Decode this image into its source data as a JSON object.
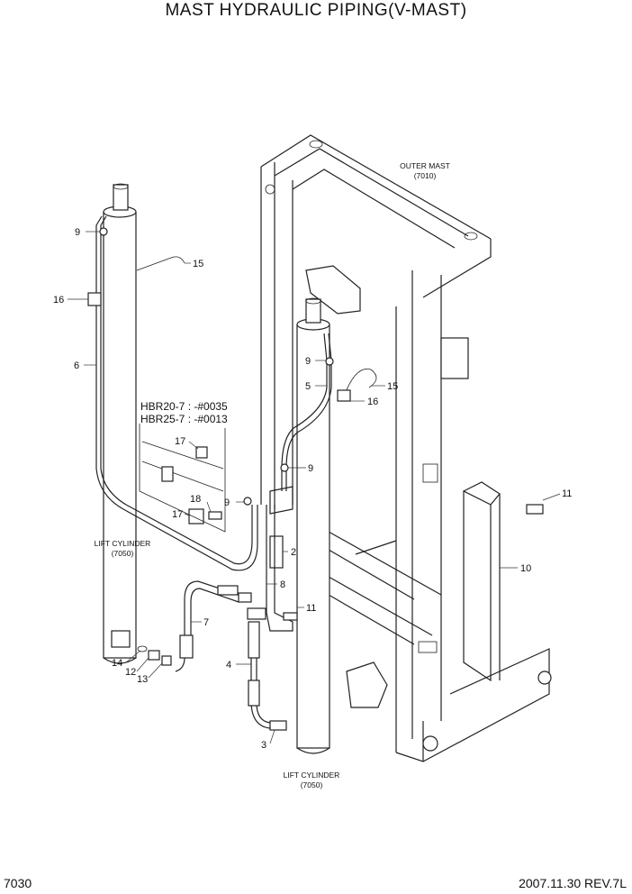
{
  "title": "MAST HYDRAULIC PIPING(V-MAST)",
  "page_number": "7030",
  "footer_date": "2007.11.30  REV.7L",
  "assemblies": {
    "outer_mast": {
      "name": "OUTER MAST",
      "code": "(7010)"
    },
    "lift_cylinder_left": {
      "name": "LIFT CYLINDER",
      "code": "(7050)"
    },
    "lift_cylinder_right": {
      "name": "LIFT CYLINDER",
      "code": "(7050)"
    }
  },
  "inset_notes": [
    "HBR20-7 : -#0035",
    "HBR25-7 : -#0013"
  ],
  "callouts": {
    "c9a": "9",
    "c15a": "15",
    "c16a": "16",
    "c6": "6",
    "c9b": "9",
    "c5": "5",
    "c15b": "15",
    "c16b": "16",
    "c17a": "17",
    "c9c": "9",
    "c18": "18",
    "c9d": "9",
    "c17b": "17",
    "c11a": "11",
    "c10": "10",
    "c2": "2",
    "c8": "8",
    "c11b": "11",
    "c7": "7",
    "c4": "4",
    "c14": "14",
    "c12": "12",
    "c13": "13",
    "c3": "3"
  }
}
